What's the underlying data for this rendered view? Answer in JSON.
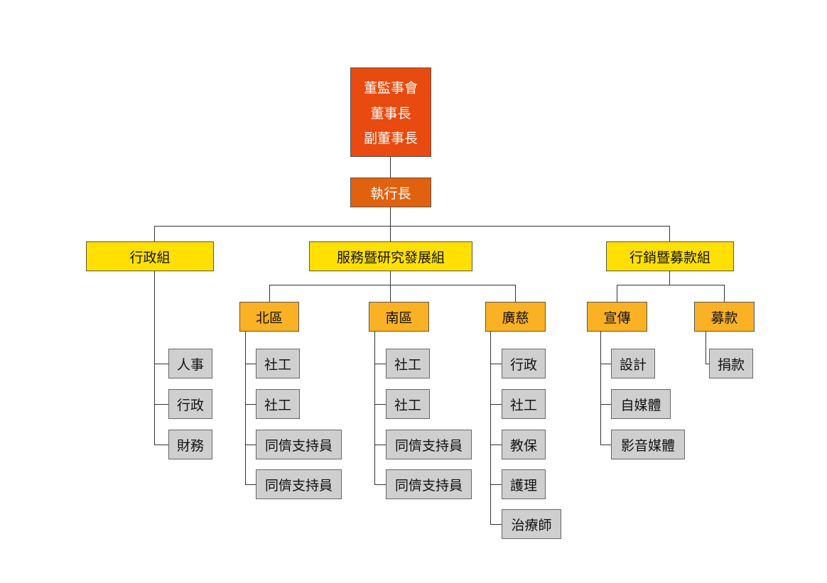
{
  "colors": {
    "board": "#e84a0f",
    "ceo": "#e0620e",
    "dept": "#ffe000",
    "area": "#fbb124",
    "item": "#cfcfcf",
    "line": "#333333"
  },
  "board": {
    "lines": [
      "董監事會",
      "董事長",
      "副董事長"
    ]
  },
  "ceo": {
    "label": "執行長"
  },
  "departments": [
    {
      "label": "行政組",
      "items": [
        "人事",
        "行政",
        "財務"
      ]
    },
    {
      "label": "服務暨研究發展組",
      "areas": [
        {
          "label": "北區",
          "items": [
            "社工",
            "社工",
            "同儕支持員",
            "同儕支持員"
          ]
        },
        {
          "label": "南區",
          "items": [
            "社工",
            "社工",
            "同儕支持員",
            "同儕支持員"
          ]
        },
        {
          "label": "廣慈",
          "items": [
            "行政",
            "社工",
            "教保",
            "護理",
            "治療師"
          ]
        }
      ]
    },
    {
      "label": "行銷暨募款組",
      "areas": [
        {
          "label": "宣傳",
          "items": [
            "設計",
            "自媒體",
            "影音媒體"
          ]
        },
        {
          "label": "募款",
          "items": [
            "捐款"
          ]
        }
      ]
    }
  ]
}
